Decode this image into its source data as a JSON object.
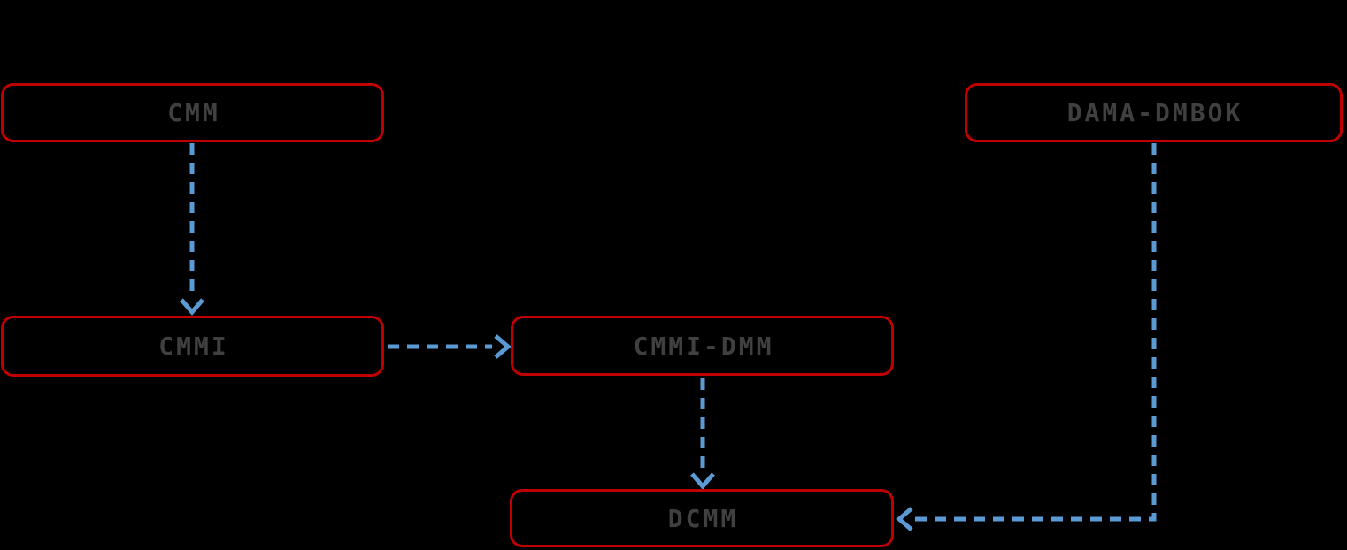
{
  "diagram": {
    "type": "flowchart",
    "nodes": [
      {
        "id": "cmm",
        "label": "CMM"
      },
      {
        "id": "dama-dmbok",
        "label": "DAMA-DMBOK"
      },
      {
        "id": "cmmi",
        "label": "CMMI"
      },
      {
        "id": "cmmi-dmm",
        "label": "CMMI-DMM"
      },
      {
        "id": "dcmm",
        "label": "DCMM"
      }
    ],
    "edges": [
      {
        "from": "CMM",
        "to": "CMMI",
        "style": "dashed-arrow",
        "direction": "down"
      },
      {
        "from": "CMMI",
        "to": "CMMI-DMM",
        "style": "dashed-arrow",
        "direction": "right"
      },
      {
        "from": "CMMI-DMM",
        "to": "DCMM",
        "style": "dashed-arrow",
        "direction": "down"
      },
      {
        "from": "DAMA-DMBOK",
        "to": "DCMM",
        "style": "dashed-arrow",
        "direction": "down-then-left"
      }
    ]
  },
  "colors": {
    "background": "#000000",
    "node_border": "#C00000",
    "node_label": "#404040",
    "arrow": "#5B9BD5"
  }
}
